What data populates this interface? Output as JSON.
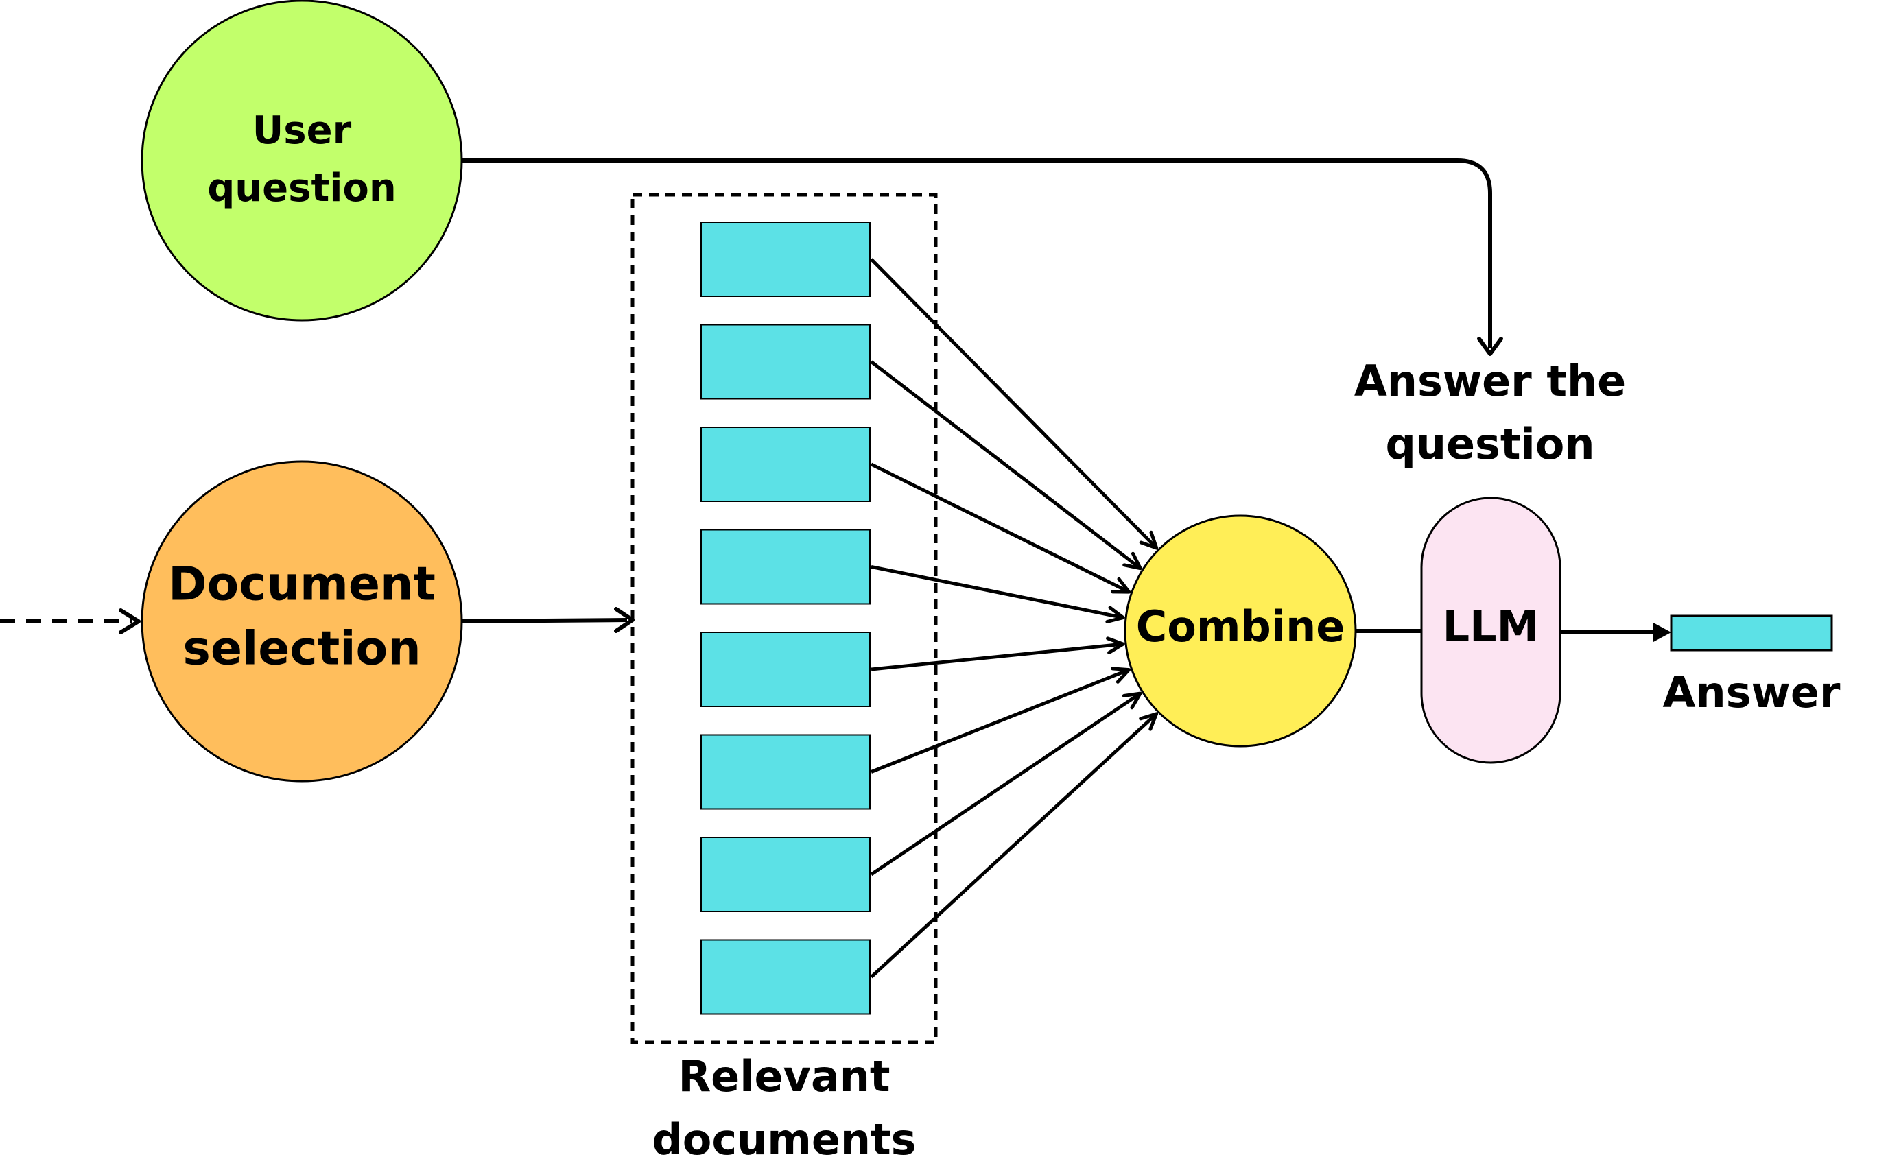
{
  "diagram": {
    "nodes": {
      "user_question": {
        "lines": [
          "User",
          "question"
        ],
        "fill": "#c2ff6b"
      },
      "document_selection": {
        "lines": [
          "Document",
          "selection"
        ],
        "fill": "#ffbe5c"
      },
      "combine": {
        "label": "Combine",
        "fill": "#ffee57"
      },
      "llm": {
        "label": "LLM",
        "fill": "#fce4f2"
      },
      "answer_step": {
        "lines": [
          "Answer the",
          "question"
        ]
      },
      "relevant_documents": {
        "lines": [
          "Relevant",
          "documents"
        ],
        "doc_count": 8,
        "doc_fill": "#5ce1e6"
      },
      "answer": {
        "label": "Answer",
        "fill": "#5ce1e6"
      }
    },
    "edges": [
      {
        "from": "input",
        "to": "document_selection",
        "style": "dashed"
      },
      {
        "from": "document_selection",
        "to": "relevant_documents",
        "style": "solid"
      },
      {
        "from": "relevant_documents",
        "to": "combine",
        "style": "solid"
      },
      {
        "from": "user_question",
        "to": "llm",
        "style": "solid"
      },
      {
        "from": "combine",
        "to": "llm",
        "style": "solid"
      },
      {
        "from": "llm",
        "to": "answer",
        "style": "solid"
      }
    ]
  }
}
